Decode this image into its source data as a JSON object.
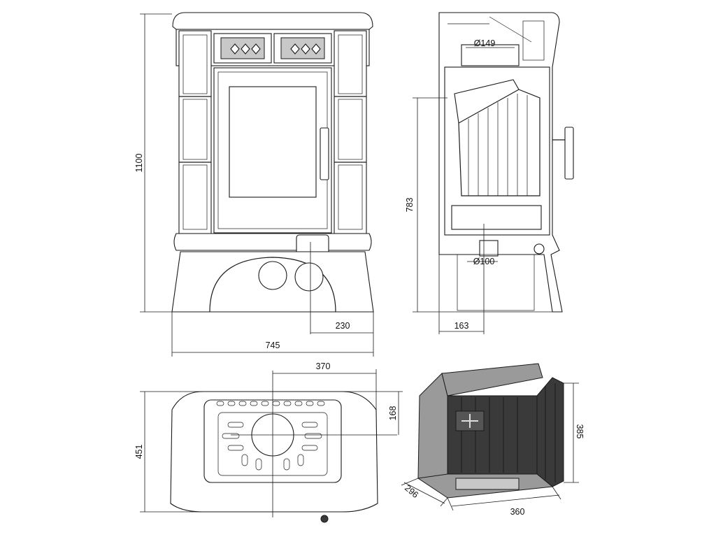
{
  "front_view": {
    "height_label": "1100",
    "width_label": "745",
    "flue_offset_label": "230"
  },
  "side_view": {
    "top_flue_label": "Ø149",
    "rear_flue_label": "Ø100",
    "flue_height_label": "783",
    "flue_depth_label": "163"
  },
  "top_view": {
    "depth_label": "451",
    "flue_center_x_label": "370",
    "flue_center_y_label": "168"
  },
  "firebox_view": {
    "height_label": "385",
    "width_label": "360",
    "depth_label": "296"
  }
}
